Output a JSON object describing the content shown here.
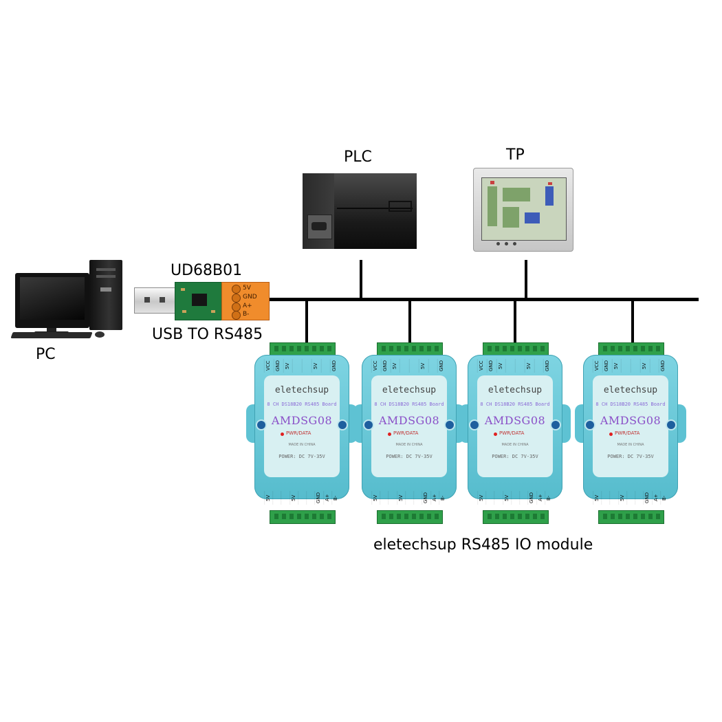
{
  "labels": {
    "pc": "PC",
    "converter_model": "UD68B01",
    "converter_desc": "USB TO RS485",
    "plc": "PLC",
    "tp": "TP",
    "modules_caption": "eletechsup RS485 IO module"
  },
  "converter_terminals": [
    "5V",
    "GND",
    "A+",
    "B-"
  ],
  "module": {
    "brand": "eletechsup",
    "subtitle": "8 CH DS18B20 RS485 Board",
    "model": "AMDSG08",
    "led_label": "PWR/DATA",
    "made_in": "MADE IN CHINA",
    "power": "POWER: DC 7V-35V",
    "top_terminals": [
      "VCC",
      "GND",
      "5V",
      "",
      "",
      "5V",
      "",
      "GND"
    ],
    "bottom_terminals": [
      "5V",
      "",
      "",
      "5V",
      "",
      "",
      "GND",
      "A+",
      "B-"
    ]
  },
  "colors": {
    "bus": "#000000",
    "module_body": "#6ccbdb",
    "terminal_block": "#2fa04a",
    "model_text": "#8a4fc8",
    "converter_terminal": "#f08c2c"
  }
}
